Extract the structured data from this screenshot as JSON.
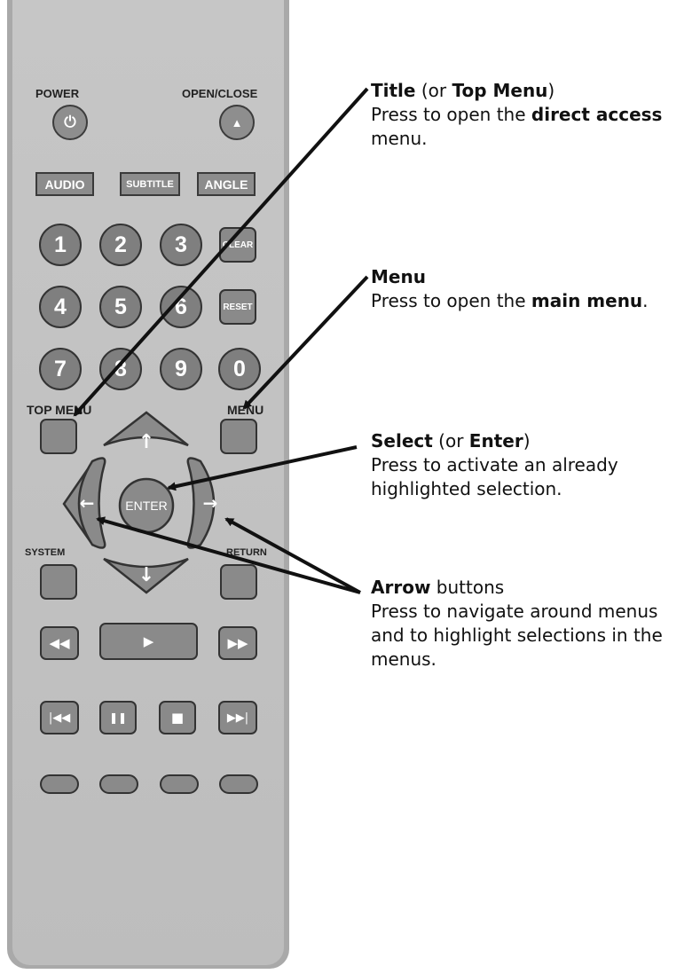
{
  "remote": {
    "power_label": "POWER",
    "open_close_label": "OPEN/CLOSE",
    "audio": "AUDIO",
    "subtitle": "SUBTITLE",
    "angle": "ANGLE",
    "numbers": [
      "1",
      "2",
      "3",
      "4",
      "5",
      "6",
      "7",
      "8",
      "9",
      "0"
    ],
    "clear": "CLEAR",
    "reset": "RESET",
    "top_menu_label": "TOP MENU",
    "menu_label": "MENU",
    "enter": "ENTER",
    "system_label": "SYSTEM",
    "return_label": "RETURN"
  },
  "callouts": {
    "title": {
      "b1": "Title",
      "t1": " (or ",
      "b2": "Top Menu",
      "t2": ")",
      "line2a": "Press to open the ",
      "line2b": "direct access",
      "line3": "menu."
    },
    "menu": {
      "b1": "Menu",
      "line2a": "Press to open the ",
      "line2b": "main menu",
      "line2c": "."
    },
    "select": {
      "b1": "Select",
      "t1": " (or ",
      "b2": "Enter",
      "t2": ")",
      "line2": "Press to activate an already",
      "line3": "highlighted selection."
    },
    "arrow": {
      "b1": "Arrow",
      "t1": " buttons",
      "line2": "Press to navigate around menus",
      "line3": "and to highlight selections in the",
      "line4": "menus."
    }
  }
}
